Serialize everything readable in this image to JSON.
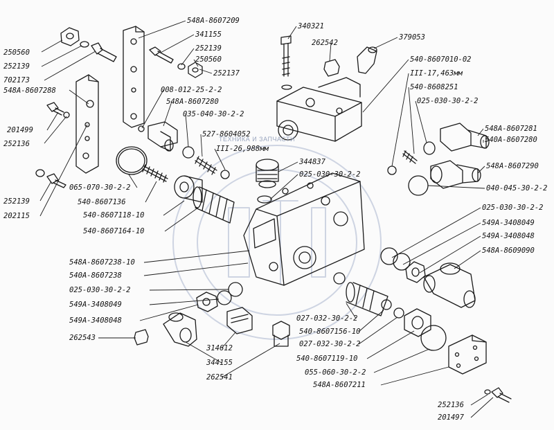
{
  "watermark": {
    "text": "ТЕХНИКА И ЗАПЧАСТИ"
  },
  "labels": {
    "l01": "250560",
    "l02": "252139",
    "l03": "702173",
    "l04": "548А-8607288",
    "l05": "201499",
    "l06": "252136",
    "l07": "252139",
    "l08": "202115",
    "l09": "548А-8607209",
    "l10": "341155",
    "l11": "252139",
    "l12": "250560",
    "l13": "252137",
    "l14": "008-012-25-2-2",
    "l15": "548А-8607280",
    "l16": "035-040-30-2-2",
    "l17": "527-8604052",
    "l18": "III-26,988мм",
    "l19": "340321",
    "l20": "262542",
    "l21": "379053",
    "l22": "540-8607010-02",
    "l23": "III-17,463мм",
    "l24": "540-8608251",
    "l25": "025-030-30-2-2",
    "l26": "548А-8607281",
    "l27": "540А-8607280",
    "l28": "548А-8607290",
    "l29": "040-045-30-2-2",
    "l30": "344837",
    "l31": "025-030-30-2-2",
    "l32": "065-070-30-2-2",
    "l33": "540-8607136",
    "l34": "540-8607118-10",
    "l35": "540-8607164-10",
    "l36": "548А-8607238-10",
    "l37": "540А-8607238",
    "l38": "025-030-30-2-2",
    "l39": "549А-3408049",
    "l40": "549А-3408048",
    "l41": "262543",
    "l42": "025-030-30-2-2",
    "l43": "549А-3408049",
    "l44": "549А-3408048",
    "l45": "548А-8609090",
    "l46": "027-032-30-2-2",
    "l47": "540-8607156-10",
    "l48": "027-032-30-2-2",
    "l49": "540-8607119-10",
    "l50": "055-060-30-2-2",
    "l51": "548А-8607211",
    "l52": "314612",
    "l53": "344155",
    "l54": "262541",
    "l55": "252136",
    "l56": "201497"
  }
}
